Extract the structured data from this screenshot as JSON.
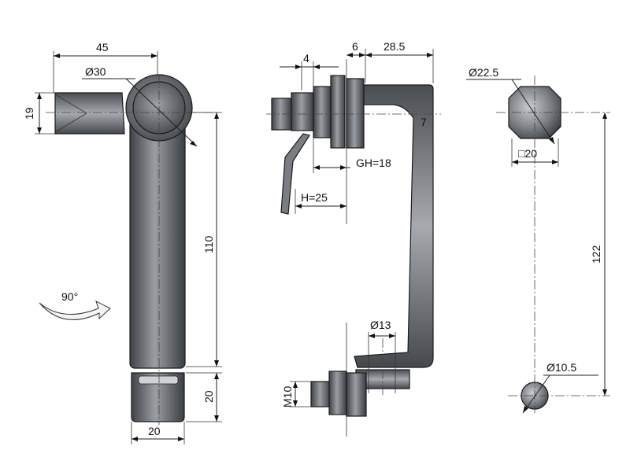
{
  "labels": {
    "d45": "45",
    "dia30": "Ø30",
    "d19": "19",
    "d110": "110",
    "rot90": "90°",
    "d20_bottom_height": "20",
    "d20_width": "20",
    "d4": "4",
    "d6": "6",
    "d28_5": "28.5",
    "d7": "7",
    "gh": "GH=18",
    "h": "H=25",
    "dia13": "Ø13",
    "m10": "M10",
    "dia22_5": "Ø22.5",
    "sq20": "□20",
    "d122": "122",
    "dia10_5": "Ø10.5"
  },
  "colors": {
    "metal_dark": "#3f4246",
    "metal_mid": "#75797e",
    "metal_light": "#c9ccd0",
    "line": "#1a1a1a"
  }
}
